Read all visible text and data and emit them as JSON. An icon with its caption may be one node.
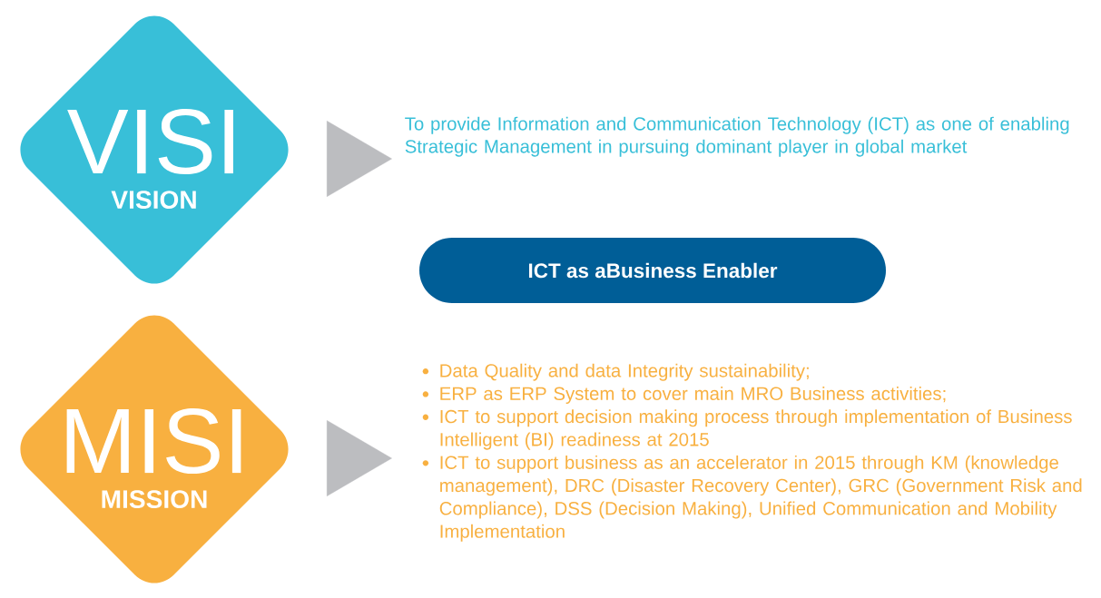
{
  "diagram": {
    "nodes": [
      {
        "text": [
          "VISI",
          "VISION"
        ]
      },
      {
        "text": [
          "To provide Information and Communication Technology (ICT) as one of enabling Strategic Management in pursuing dominant player in global market"
        ]
      },
      {
        "text": [
          "ICT as aBusiness Enabler"
        ]
      },
      {
        "text": [
          "MISI",
          "MISSION"
        ]
      },
      {
        "text": [
          "Data Quality and data Integrity sustainability;",
          "ERP as ERP System to cover main MRO Business activities;",
          "ICT to support decision making process through implementation of Business Intelligent (BI) readiness at 2015",
          "ICT to support business as an accelerator in 2015 through KM (knowledge management), DRC (Disaster Recovery Center), GRC (Government Risk and Compliance), DSS (Decision Making), Unified Communication and Mobility Implementation"
        ]
      }
    ],
    "edges": [
      {
        "from": 0,
        "to": 1,
        "arrow": "to"
      },
      {
        "from": 3,
        "to": 4,
        "arrow": "to"
      }
    ]
  }
}
